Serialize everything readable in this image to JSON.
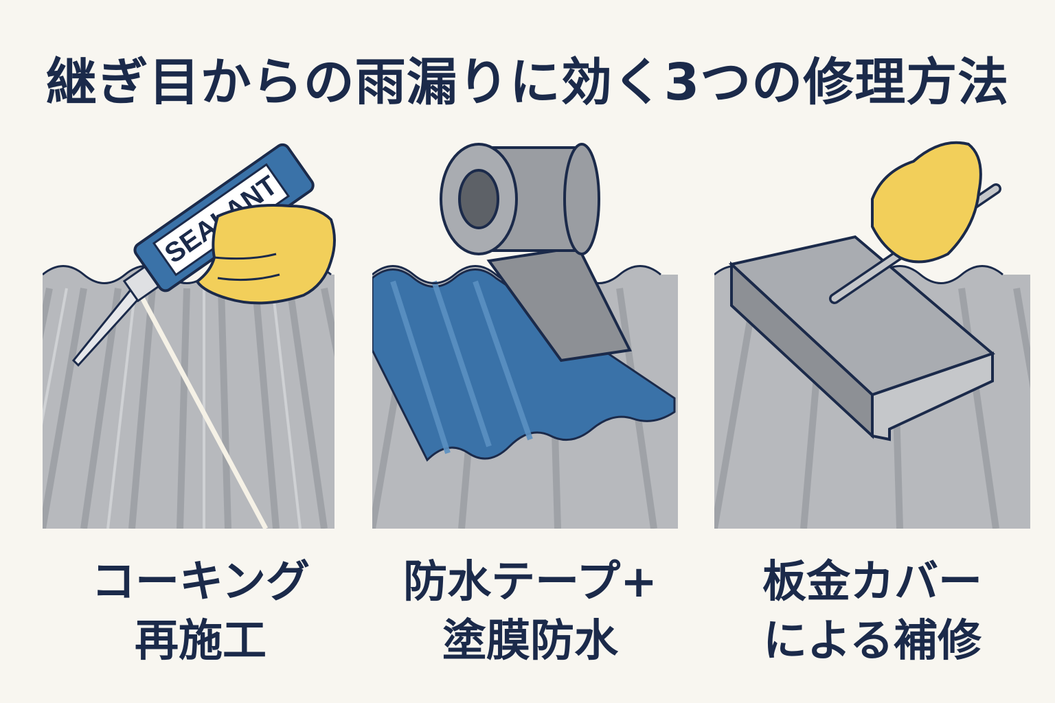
{
  "title": "継ぎ目からの雨漏りに効く3つの修理方法",
  "colors": {
    "navy": "#1b2a4a",
    "roof_gray": "#b3b5b9",
    "accent_blue": "#3a72a8",
    "glove_yellow": "#f2cf5a",
    "background": "#f8f6f0"
  },
  "methods": [
    {
      "illustration": "sealant-gun-on-roof",
      "label_text": "SEALANT",
      "caption_lines": [
        "コーキング",
        "再施工"
      ]
    },
    {
      "illustration": "waterproof-tape-roll-on-roof",
      "caption_lines": [
        "防水テープ+",
        "塗膜防水"
      ]
    },
    {
      "illustration": "sheet-metal-cover-on-roof",
      "caption_lines": [
        "板金カバー",
        "による補修"
      ]
    }
  ]
}
